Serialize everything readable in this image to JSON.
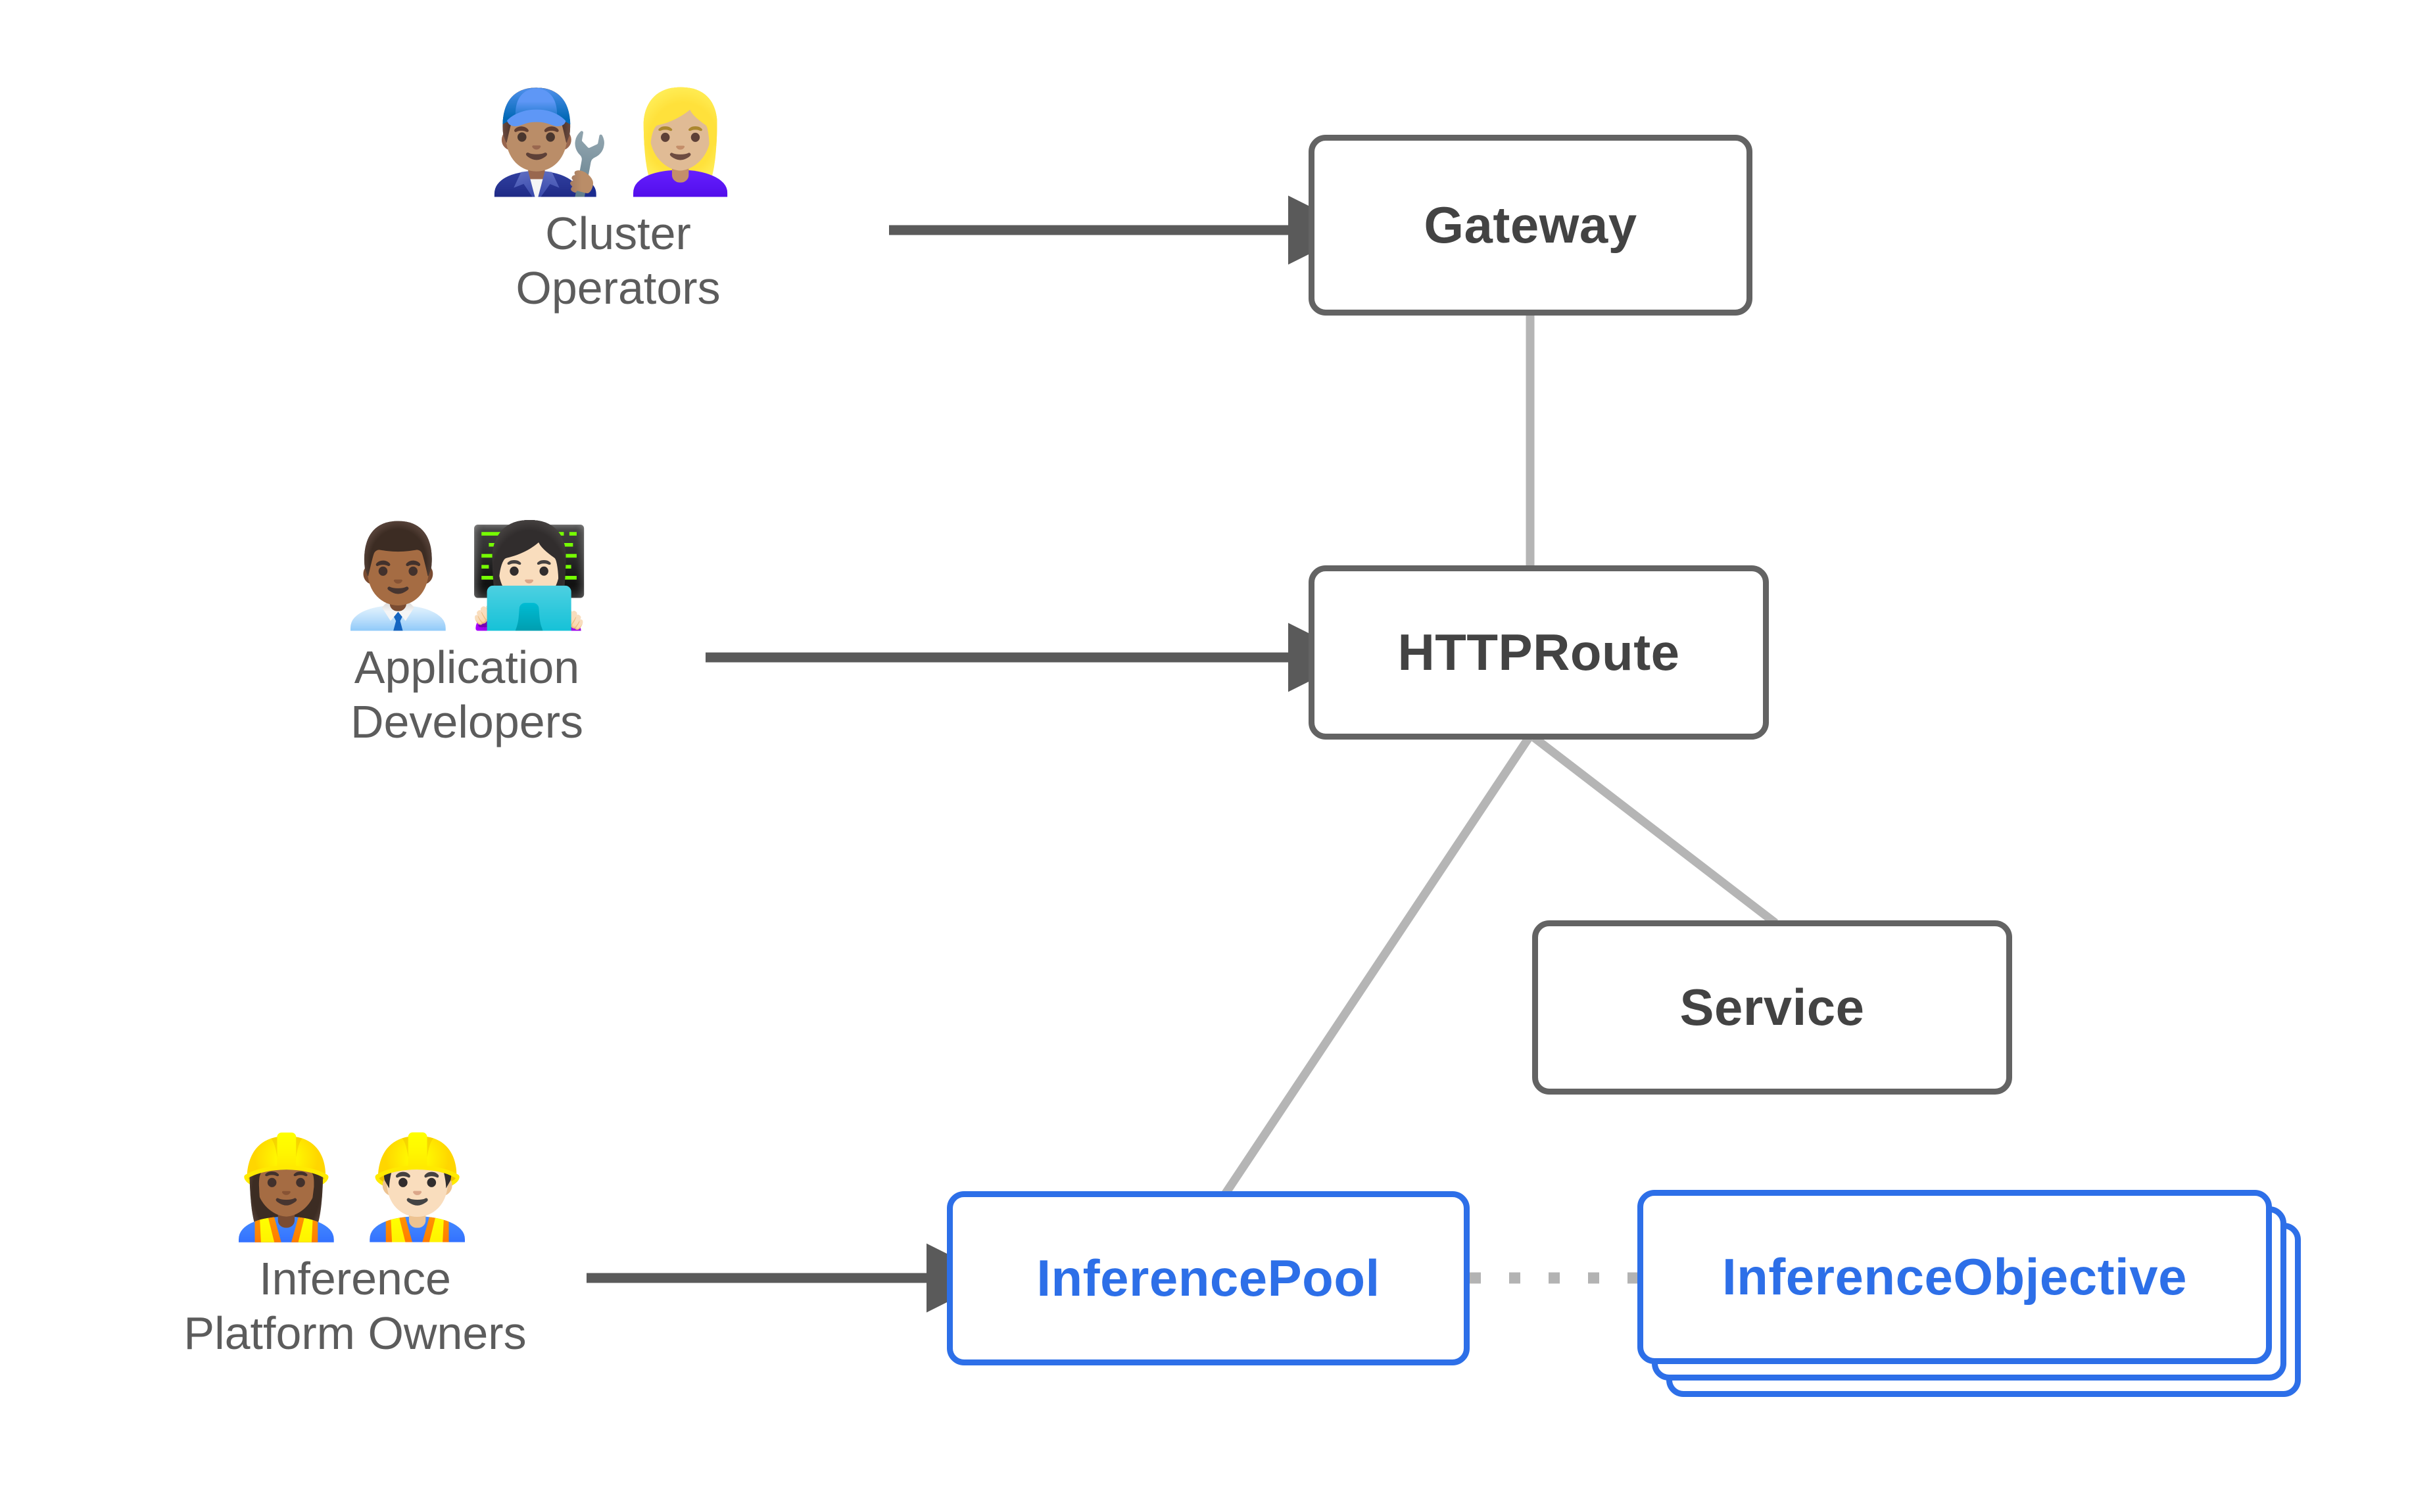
{
  "diagram": {
    "title": "Gateway API Inference Extension resource model and personas",
    "background_color": "#ffffff",
    "colors": {
      "node_gray_border": "#636363",
      "node_gray_text": "#434343",
      "node_blue_border": "#2d6fe8",
      "node_blue_text": "#2d6fe8",
      "persona_label": "#5c5c5c",
      "arrow_dark": "#5a5a5a",
      "edge_light": "#b5b5b5",
      "dotted_edge": "#b3b3b3"
    }
  },
  "personas": [
    {
      "id": "cluster-operators",
      "label": "Cluster\nOperators",
      "emojis": [
        "👨🏽‍🔧",
        "👱🏼‍♀️"
      ],
      "emoji_names": [
        "man-mechanic-icon",
        "woman-mechanic-icon"
      ],
      "targets": "Gateway"
    },
    {
      "id": "application-developers",
      "label": "Application\nDevelopers",
      "emojis": [
        "👨🏾‍💼",
        "👩🏻‍💻"
      ],
      "emoji_names": [
        "man-office-worker-icon",
        "woman-technologist-icon"
      ],
      "targets": "HTTPRoute"
    },
    {
      "id": "inference-platform-owners",
      "label": "Inference\nPlatform Owners",
      "emojis": [
        "👷🏾‍♀️",
        "👷🏻‍♂️"
      ],
      "emoji_names": [
        "woman-construction-worker-icon",
        "man-construction-worker-icon"
      ],
      "targets": "InferencePool"
    }
  ],
  "nodes": [
    {
      "id": "gateway",
      "label": "Gateway",
      "style": "gray"
    },
    {
      "id": "httproute",
      "label": "HTTPRoute",
      "style": "gray"
    },
    {
      "id": "service",
      "label": "Service",
      "style": "gray"
    },
    {
      "id": "inferencepool",
      "label": "InferencePool",
      "style": "blue"
    },
    {
      "id": "inferenceobjective",
      "label": "InferenceObjective",
      "style": "blue",
      "stacked": 3
    }
  ],
  "edges": [
    {
      "id": "operators-to-gateway",
      "from": "cluster-operators",
      "to": "gateway",
      "kind": "arrow",
      "color": "#5a5a5a"
    },
    {
      "id": "developers-to-httproute",
      "from": "application-developers",
      "to": "httproute",
      "kind": "arrow",
      "color": "#5a5a5a"
    },
    {
      "id": "owners-to-pool",
      "from": "inference-platform-owners",
      "to": "inferencepool",
      "kind": "arrow",
      "color": "#5a5a5a"
    },
    {
      "id": "gateway-to-httproute",
      "from": "gateway",
      "to": "httproute",
      "kind": "line",
      "color": "#b5b5b5"
    },
    {
      "id": "httproute-to-service",
      "from": "httproute",
      "to": "service",
      "kind": "line",
      "color": "#b5b5b5"
    },
    {
      "id": "httproute-to-pool",
      "from": "httproute",
      "to": "inferencepool",
      "kind": "line",
      "color": "#b5b5b5"
    },
    {
      "id": "pool-to-objective",
      "from": "inferencepool",
      "to": "inferenceobjective",
      "kind": "dotted",
      "color": "#b3b3b3"
    }
  ]
}
